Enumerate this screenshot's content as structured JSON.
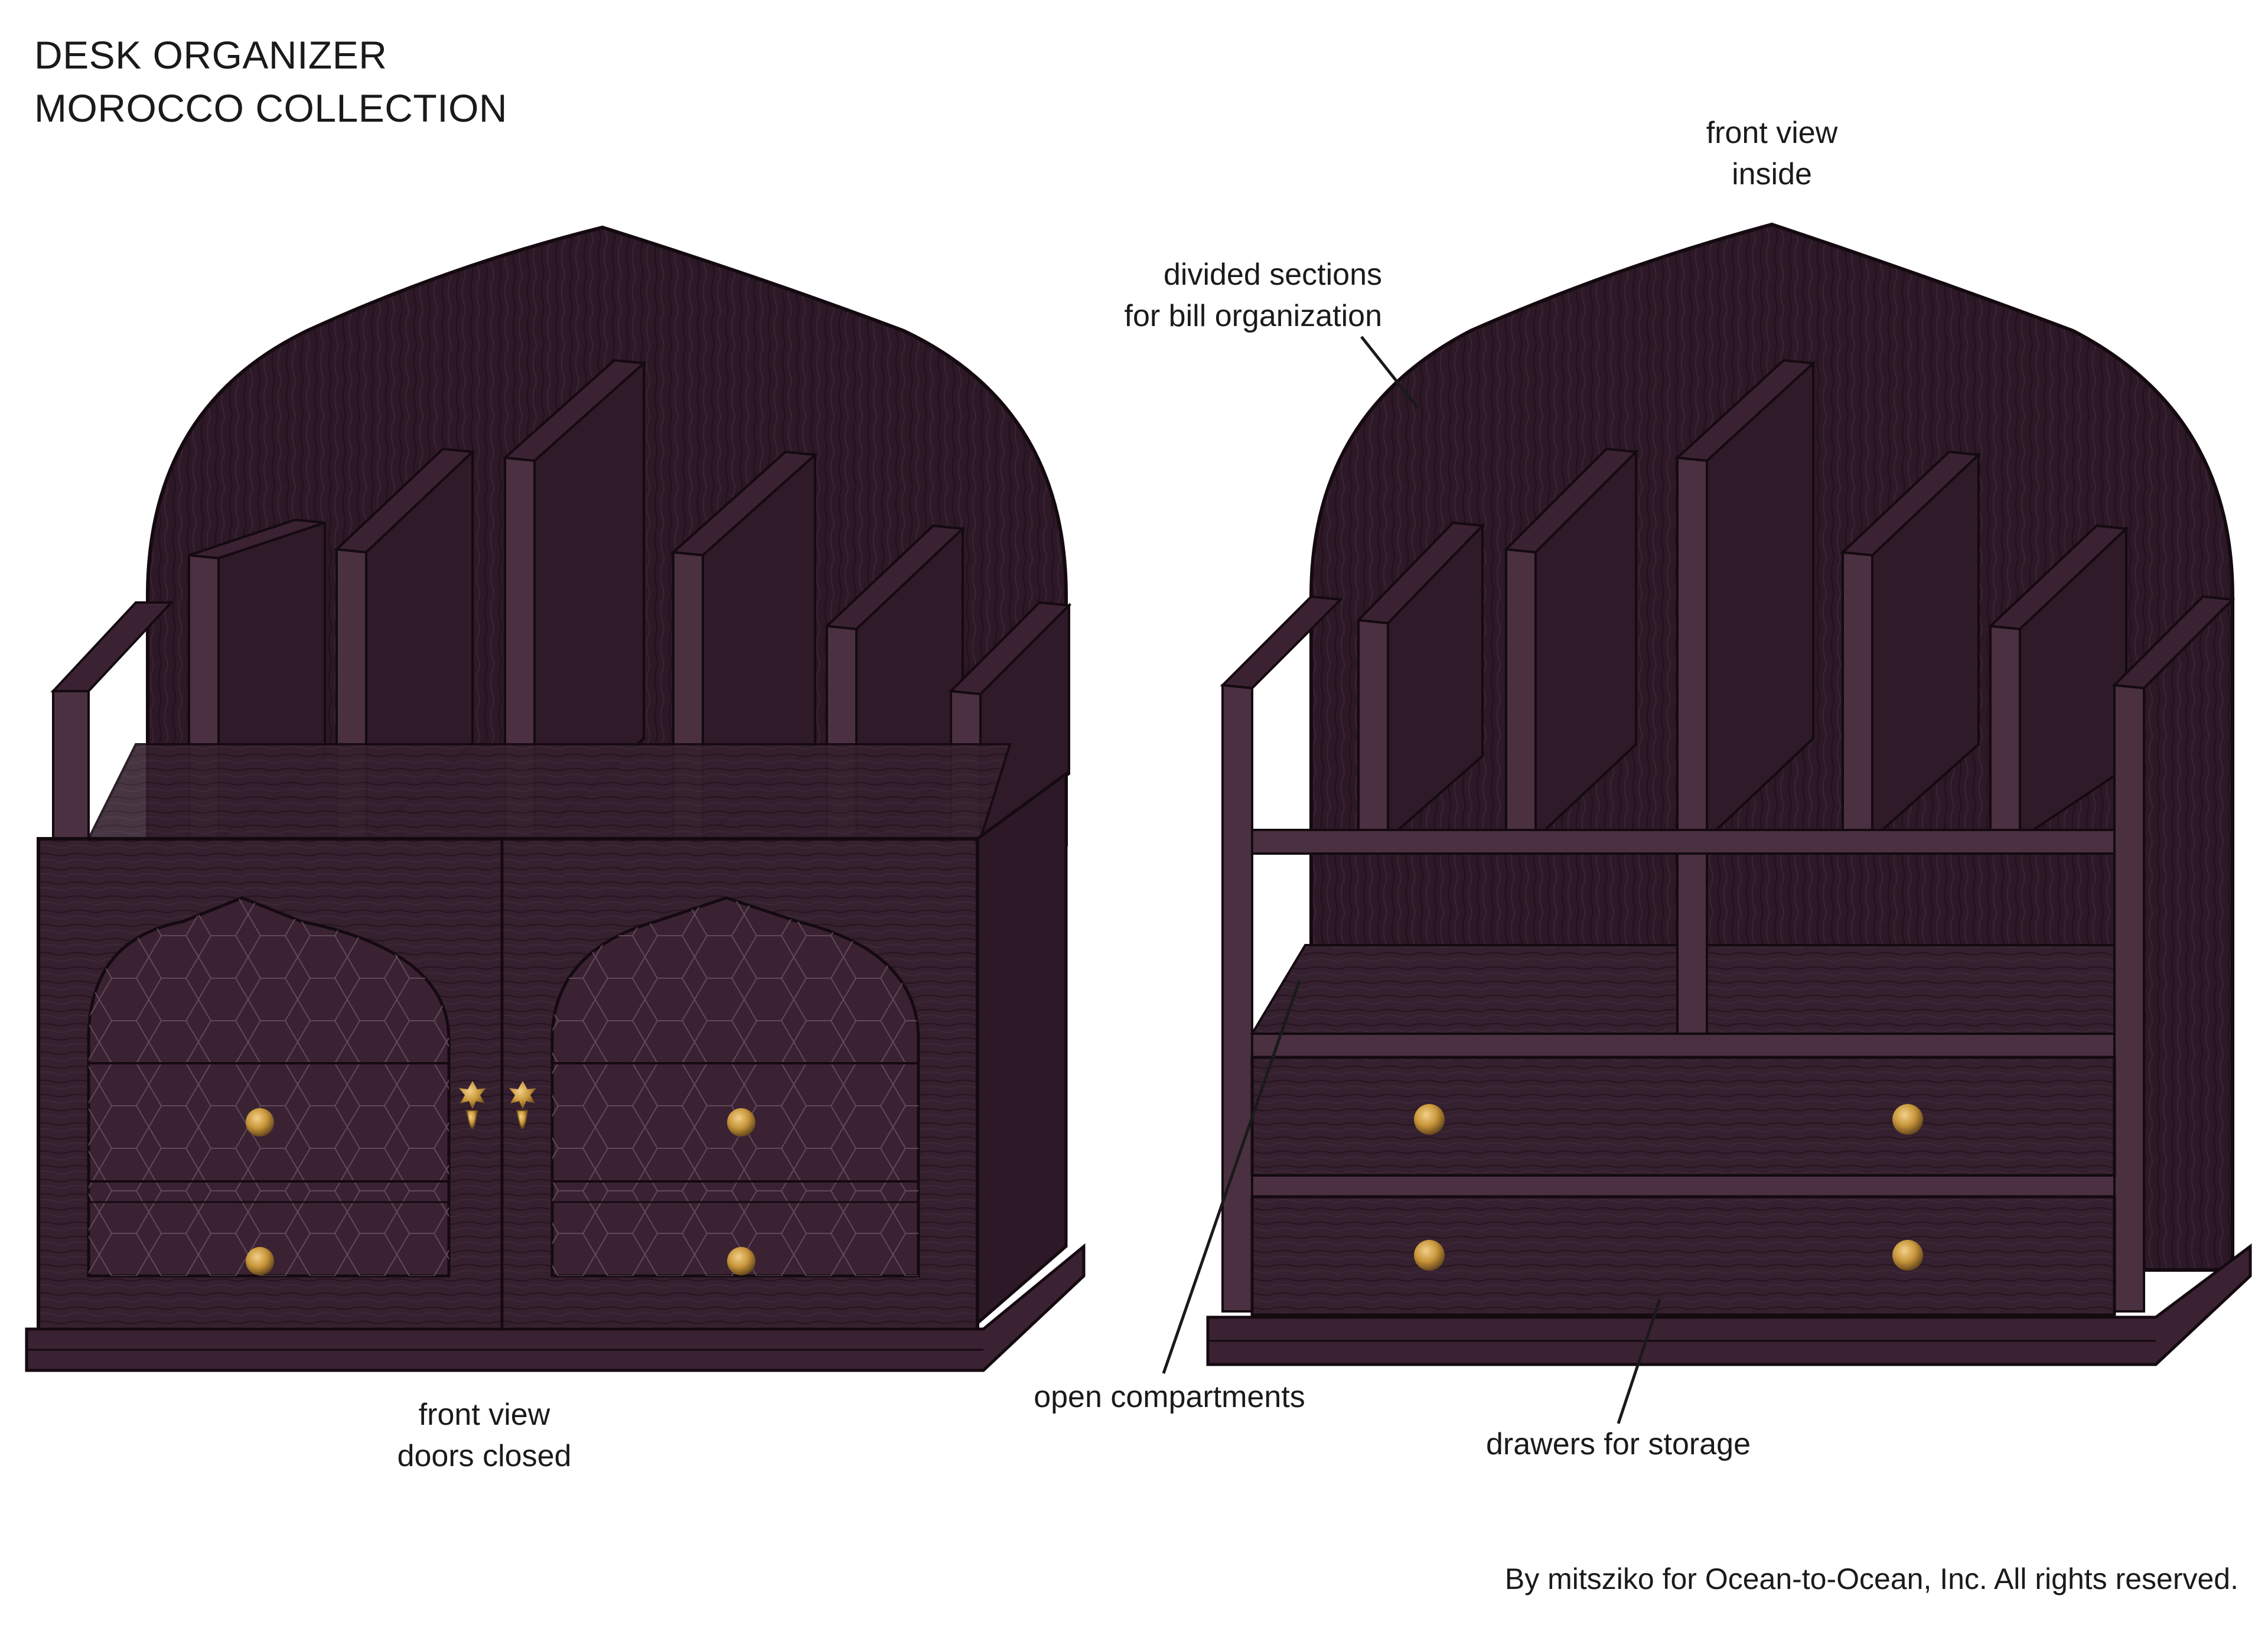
{
  "header": {
    "title_line1": "DESK ORGANIZER",
    "title_line2": "MOROCCO COLLECTION"
  },
  "views": {
    "closed": {
      "caption_line1": "front view",
      "caption_line2": "doors closed"
    },
    "inside": {
      "caption_line1": "front view",
      "caption_line2": "inside"
    }
  },
  "callouts": {
    "divided_line1": "divided sections",
    "divided_line2": "for bill organization",
    "open": "open compartments",
    "drawers": "drawers for storage"
  },
  "footer": {
    "credit": "By mitsziko for Ocean-to-Ocean, Inc.  All rights reserved."
  },
  "colors": {
    "wood_dark": "#2a1524",
    "wood_mid": "#3a2233",
    "wood_light": "#4a3040",
    "outline": "#140a10",
    "brass": "#c8963a",
    "background": "#ffffff"
  }
}
